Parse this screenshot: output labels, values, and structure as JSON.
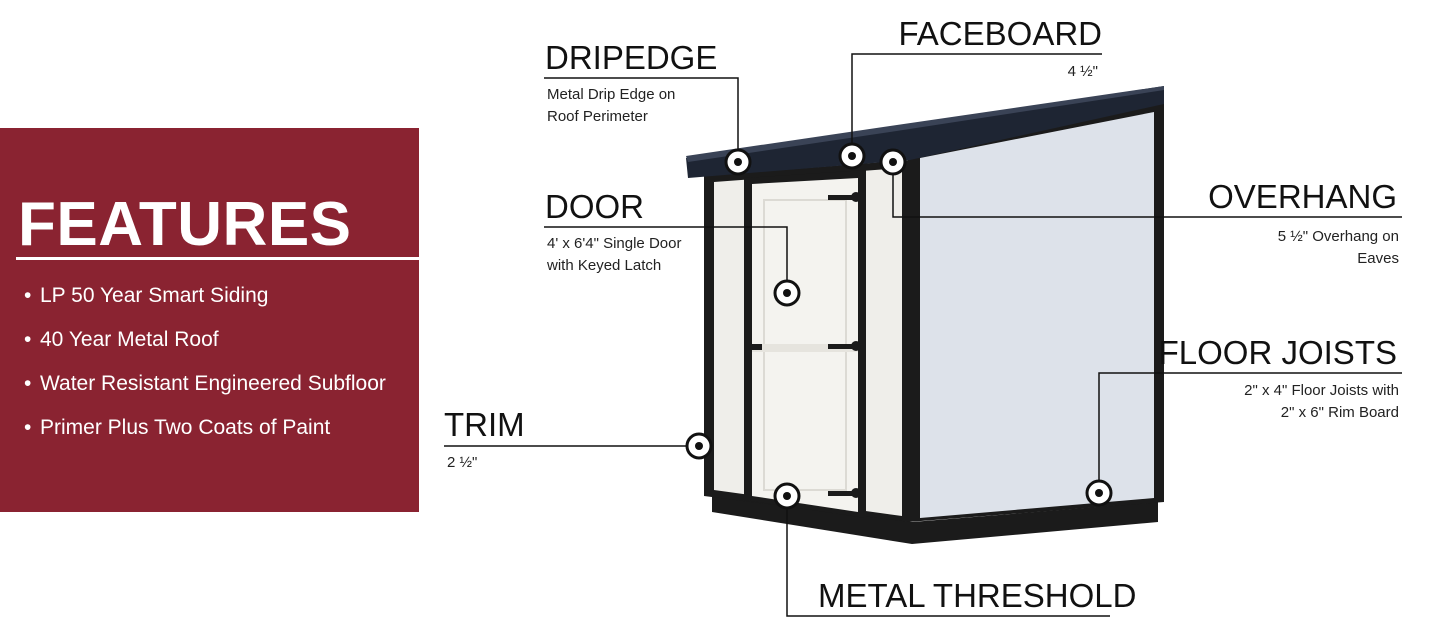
{
  "features": {
    "title": "FEATURES",
    "items": [
      "LP 50 Year Smart Siding",
      "40 Year Metal Roof",
      "Water Resistant Engineered Subfloor",
      "Primer Plus Two Coats of Paint"
    ]
  },
  "callouts": {
    "dripedge": {
      "title": "DRIPEDGE",
      "lines": [
        "Metal Drip Edge on",
        "Roof Perimeter"
      ]
    },
    "faceboard": {
      "title": "FACEBOARD",
      "lines": [
        "4 ½\""
      ]
    },
    "door": {
      "title": "DOOR",
      "lines": [
        "4' x 6'4\" Single Door",
        "with Keyed Latch"
      ]
    },
    "overhang": {
      "title": "OVERHANG",
      "lines": [
        "5 ½\" Overhang on",
        "Eaves"
      ]
    },
    "floor_joists": {
      "title": "FLOOR JOISTS",
      "lines": [
        "2\" x 4\" Floor Joists with",
        "2\" x 6\" Rim Board"
      ]
    },
    "trim": {
      "title": "TRIM",
      "lines": [
        "2 ½\""
      ]
    },
    "metal_threshold": {
      "title": "METAL THRESHOLD",
      "lines": []
    }
  },
  "colors": {
    "panel": "#8a2331",
    "trim": "#1b1b1b",
    "roof": "#1e2533",
    "siding_front": "#efeeea",
    "siding_side": "#dde2ea"
  }
}
